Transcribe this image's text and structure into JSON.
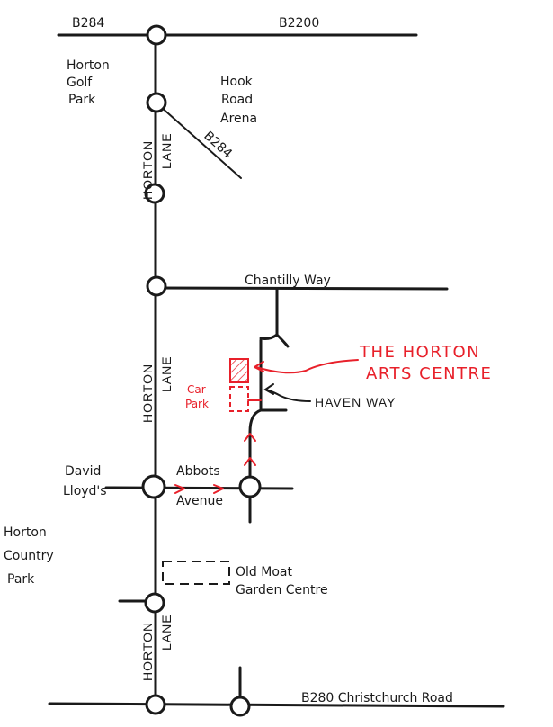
{
  "map": {
    "roads": {
      "b284_top": "B284",
      "b2200": "B2200",
      "b284_diag": "B284",
      "chantilly": "Chantilly Way",
      "abbots_1": "Abbots",
      "abbots_2": "Avenue",
      "b280": "B280 Christchurch Road",
      "horton_1": "HORTON",
      "horton_2": "LANE"
    },
    "places": {
      "golf": [
        "Horton",
        "Golf",
        "Park"
      ],
      "hook": [
        "Hook",
        "Road",
        "Arena"
      ],
      "david": [
        "David",
        "Lloyd's"
      ],
      "country": [
        "Horton",
        "Country",
        "Park"
      ],
      "moat": [
        "Old Moat",
        "Garden Centre"
      ]
    },
    "destination": {
      "line1": "THE HORTON",
      "line2": "ARTS CENTRE",
      "haven": "HAVEN WAY",
      "car1": "Car",
      "car2": "Park"
    },
    "colors": {
      "ink": "#1a1a1a",
      "highlight": "#e8202a"
    }
  }
}
